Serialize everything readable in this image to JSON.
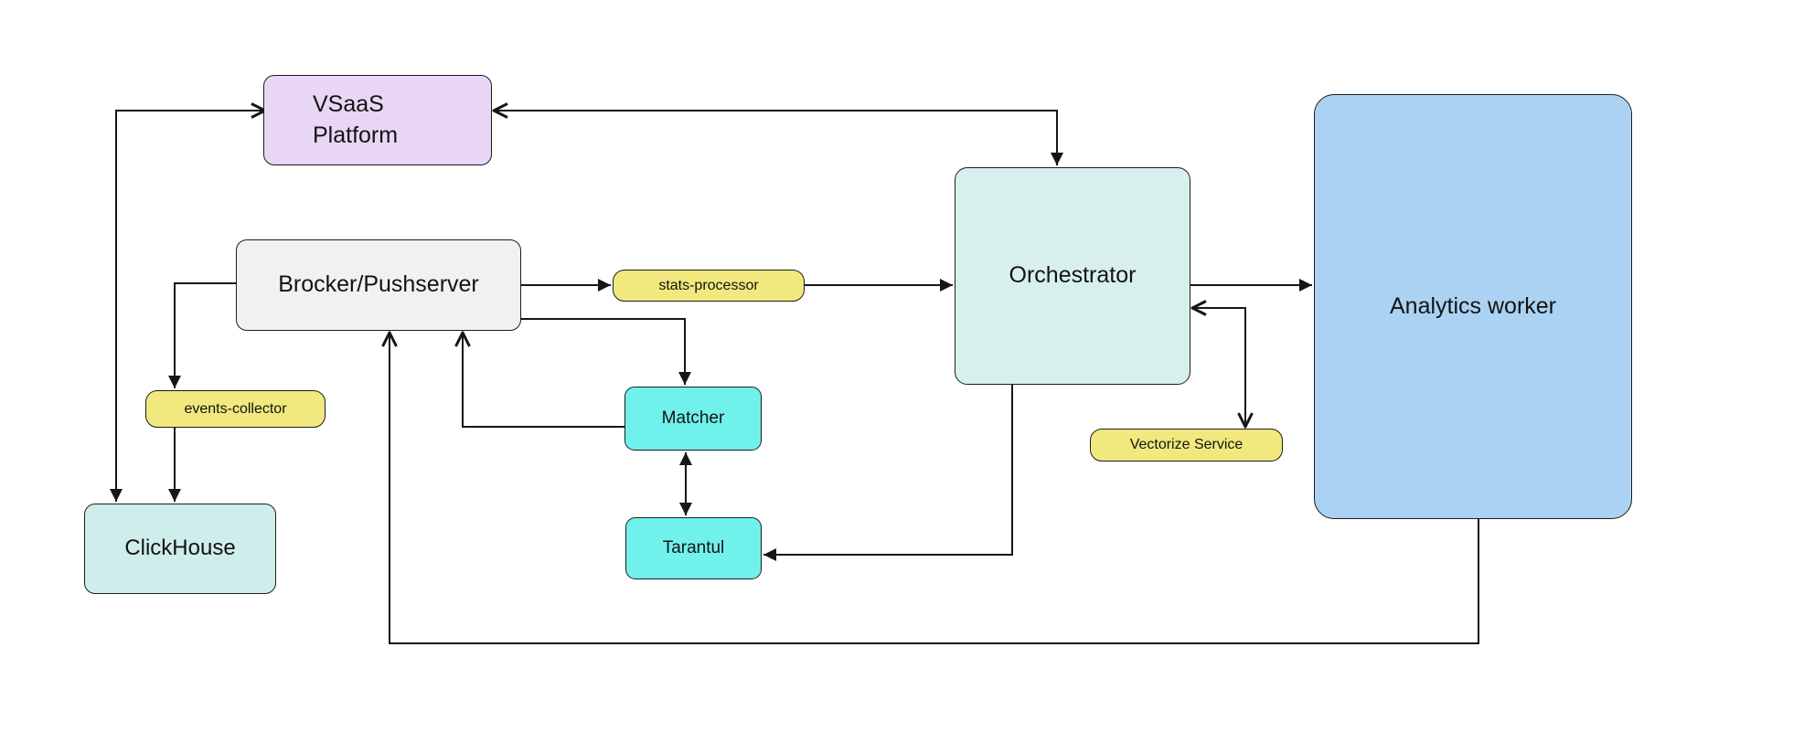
{
  "canvas": {
    "background": "#ffffff"
  },
  "colors": {
    "lavender": "#e9d6f5",
    "gray": "#f1f1f1",
    "yellow": "#f1e97d",
    "cyan": "#70f1ec",
    "teal_light": "#d8f0ed",
    "teal": "#cfedeb",
    "blue": "#abd2f2",
    "line": "#161616"
  },
  "nodes": {
    "vsaas": {
      "label": "VSaaS\nPlatform"
    },
    "brocker": {
      "label": "Brocker/Pushserver"
    },
    "stats": {
      "label": "stats-processor"
    },
    "events": {
      "label": "events-collector"
    },
    "clickhouse": {
      "label": "ClickHouse"
    },
    "matcher": {
      "label": "Matcher"
    },
    "tarantul": {
      "label": "Tarantul"
    },
    "orchestrator": {
      "label": "Orchestrator"
    },
    "vectorize": {
      "label": "Vectorize Service"
    },
    "analytics": {
      "label": "Analytics worker"
    }
  },
  "edges": [
    {
      "name": "vsaas-clickhouse",
      "from": "vsaas",
      "to": "clickhouse",
      "bidirectional": true
    },
    {
      "name": "vsaas-orchestrator",
      "from": "vsaas",
      "to": "orchestrator",
      "bidirectional": true
    },
    {
      "name": "brocker-events",
      "from": "brocker",
      "to": "events"
    },
    {
      "name": "events-clickhouse",
      "from": "events",
      "to": "clickhouse"
    },
    {
      "name": "brocker-stats",
      "from": "brocker",
      "to": "stats"
    },
    {
      "name": "stats-orchestrator",
      "from": "stats",
      "to": "orchestrator"
    },
    {
      "name": "brocker-matcher",
      "from": "brocker",
      "to": "matcher"
    },
    {
      "name": "matcher-brocker",
      "from": "matcher",
      "to": "brocker"
    },
    {
      "name": "matcher-tarantul",
      "from": "matcher",
      "to": "tarantul",
      "bidirectional": true
    },
    {
      "name": "orchestrator-tarantul",
      "from": "orchestrator",
      "to": "tarantul"
    },
    {
      "name": "orchestrator-analytics",
      "from": "orchestrator",
      "to": "analytics"
    },
    {
      "name": "orchestrator-vectorize",
      "from": "orchestrator",
      "to": "vectorize",
      "bidirectional": true
    },
    {
      "name": "analytics-brocker",
      "from": "analytics",
      "to": "brocker"
    }
  ]
}
